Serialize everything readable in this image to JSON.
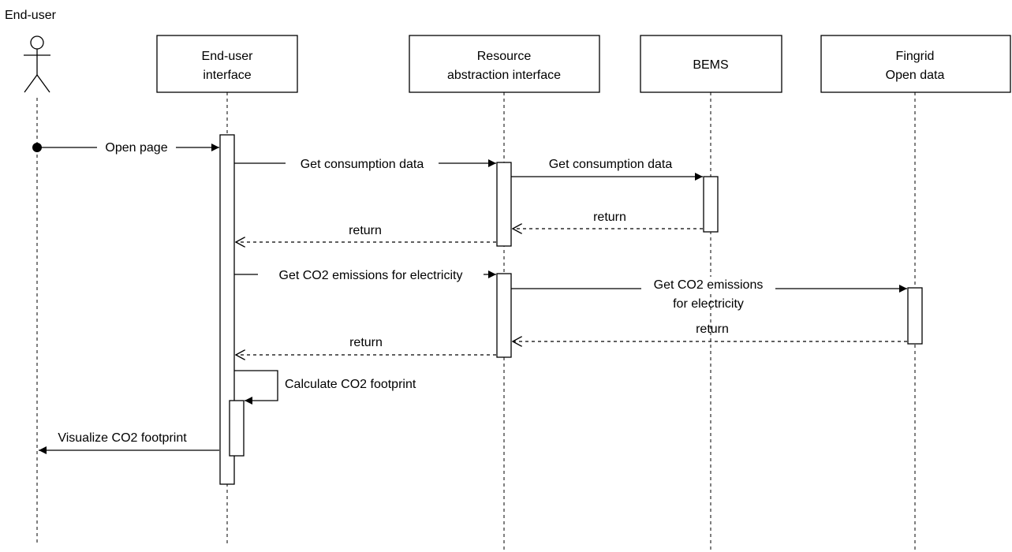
{
  "actor": {
    "label": "End-user",
    "icon": "stick-figure-actor-icon"
  },
  "participants": [
    {
      "id": "ui",
      "lines": [
        "End-user",
        "interface"
      ]
    },
    {
      "id": "rai",
      "lines": [
        "Resource",
        "abstraction interface"
      ]
    },
    {
      "id": "bems",
      "lines": [
        "BEMS"
      ]
    },
    {
      "id": "fingrid",
      "lines": [
        "Fingrid",
        "Open data"
      ]
    }
  ],
  "messages": [
    {
      "id": "open-page",
      "from": "actor",
      "to": "ui",
      "kind": "call",
      "lines": [
        "Open page"
      ]
    },
    {
      "id": "get-consumption-1",
      "from": "ui",
      "to": "rai",
      "kind": "call",
      "lines": [
        "Get consumption data"
      ]
    },
    {
      "id": "get-consumption-2",
      "from": "rai",
      "to": "bems",
      "kind": "call",
      "lines": [
        "Get consumption data"
      ]
    },
    {
      "id": "return-bems",
      "from": "bems",
      "to": "rai",
      "kind": "return",
      "lines": [
        "return"
      ]
    },
    {
      "id": "return-rai-1",
      "from": "rai",
      "to": "ui",
      "kind": "return",
      "lines": [
        "return"
      ]
    },
    {
      "id": "get-co2-1",
      "from": "ui",
      "to": "rai",
      "kind": "call",
      "lines": [
        "Get CO2 emissions for electricity"
      ]
    },
    {
      "id": "get-co2-2",
      "from": "rai",
      "to": "fingrid",
      "kind": "call",
      "lines": [
        "Get CO2 emissions",
        "for electricity"
      ]
    },
    {
      "id": "return-fingrid",
      "from": "fingrid",
      "to": "rai",
      "kind": "return",
      "lines": [
        "return"
      ]
    },
    {
      "id": "return-rai-2",
      "from": "rai",
      "to": "ui",
      "kind": "return",
      "lines": [
        "return"
      ]
    },
    {
      "id": "calculate",
      "from": "ui",
      "to": "ui",
      "kind": "self",
      "lines": [
        "Calculate CO2 footprint"
      ]
    },
    {
      "id": "visualize",
      "from": "ui",
      "to": "actor",
      "kind": "call",
      "lines": [
        "Visualize CO2 footprint"
      ]
    }
  ]
}
